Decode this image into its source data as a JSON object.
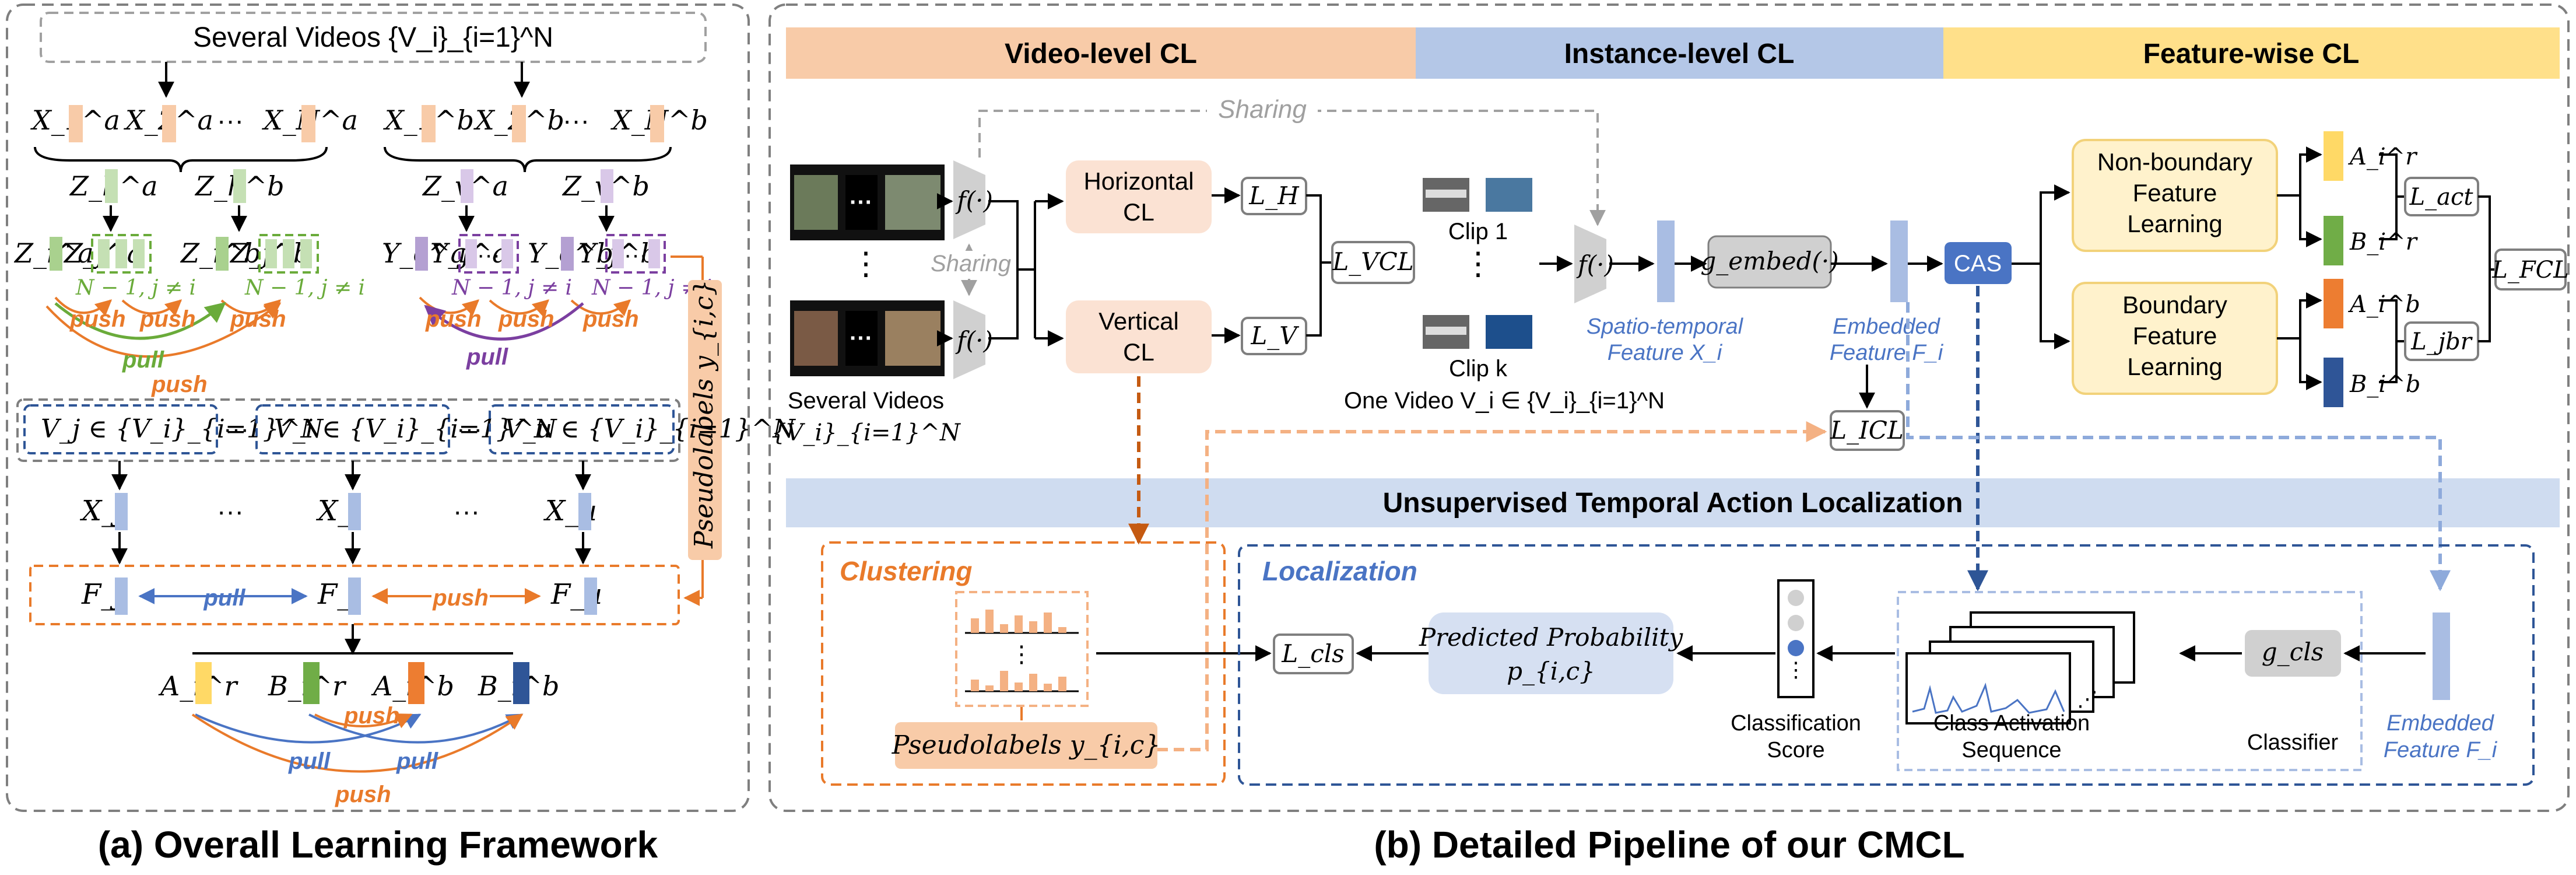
{
  "left_panel": {
    "several_videos": "Several Videos {V_i}_{i=1}^N",
    "feat_a": [
      "X_1^a",
      "X_2^a",
      "···",
      "X_N^a"
    ],
    "feat_b": [
      "X_1^b",
      "X_2^b",
      "···",
      "X_N^b"
    ],
    "z_labels": [
      "Z_h^a",
      "Z_h^b",
      "Z_v^a",
      "Z_v^b"
    ],
    "horizontal_row": [
      "Z_i^a",
      "Z_j^a",
      "Z_i^b",
      "Z_j^b"
    ],
    "vertical_row": [
      "Y_c^a",
      "Y_j^a",
      "Y_c^b",
      "Y_j^b"
    ],
    "neg_count": "N − 1, j ≠ i",
    "push": "push",
    "pull": "pull",
    "pseudolabels": "Pseudolabels y_{i,c}",
    "video_sets": [
      "V_j ∈ {V_i}_{i=1}^N",
      "V_i ∈ {V_i}_{i=1}^N",
      "V_u ∈ {V_i}_{i=1}^N"
    ],
    "dots": "···",
    "x_row": [
      "X_j",
      "X_i",
      "X_u"
    ],
    "f_row": [
      "F_j",
      "F_i",
      "F_u"
    ],
    "bottom_feats": [
      "A_i^r",
      "B_i^r",
      "A_i^b",
      "B_i^b"
    ]
  },
  "right_panel": {
    "headers": [
      "Video-level CL",
      "Instance-level CL",
      "Feature-wise CL"
    ],
    "sharing": "Sharing",
    "f_func": "f(·)",
    "horizontal_cl": [
      "Horizontal",
      "CL"
    ],
    "vertical_cl": [
      "Vertical",
      "CL"
    ],
    "losses": {
      "LH": "L_H",
      "LV": "L_V",
      "LVCL": "L_VCL",
      "LICL": "L_ICL",
      "Lact": "L_act",
      "Ljbr": "L_jbr",
      "LFCL": "L_FCL",
      "Lcls": "L_cls"
    },
    "several_videos": [
      "Several Videos",
      "{V_i}_{i=1}^N"
    ],
    "clip1": "Clip 1",
    "clipk": "Clip k",
    "one_video": "One Video V_i ∈ {V_i}_{i=1}^N",
    "g_embed": "g_embed(·)",
    "spatio": [
      "Spatio-temporal",
      "Feature X_i"
    ],
    "embedded": [
      "Embedded",
      "Feature F_i"
    ],
    "cas": "CAS",
    "non_boundary": [
      "Non-boundary",
      "Feature",
      "Learning"
    ],
    "boundary": [
      "Boundary",
      "Feature",
      "Learning"
    ],
    "feats": [
      "A_i^r",
      "B_i^r",
      "A_i^b",
      "B_i^b"
    ],
    "utal": "Unsupervised Temporal Action Localization",
    "clustering": "Clustering",
    "localization": "Localization",
    "pseudolabels": "Pseudolabels  y_{i,c}",
    "predicted": [
      "Predicted Probability",
      "p_{i,c}"
    ],
    "classification_score": [
      "Classification",
      "Score"
    ],
    "cas_full": [
      "Class Activation",
      "Sequence"
    ],
    "g_cls": "g_cls",
    "classifier": "Classifier",
    "embedded2": [
      "Embedded",
      "Feature F_i"
    ]
  },
  "captions": [
    "(a) Overall Learning Framework",
    "(b) Detailed Pipeline of our CMCL"
  ],
  "colors": {
    "orange": "#e97a2a",
    "blue": "#4a74c4",
    "green": "#6aab3a",
    "purple": "#7b3fa0",
    "header_orange": "#f8cba8",
    "header_blue": "#b4c7e7",
    "header_yellow": "#ffe08a",
    "dark_blue": "#2e5596",
    "feat_blue": "#a9bde3"
  }
}
